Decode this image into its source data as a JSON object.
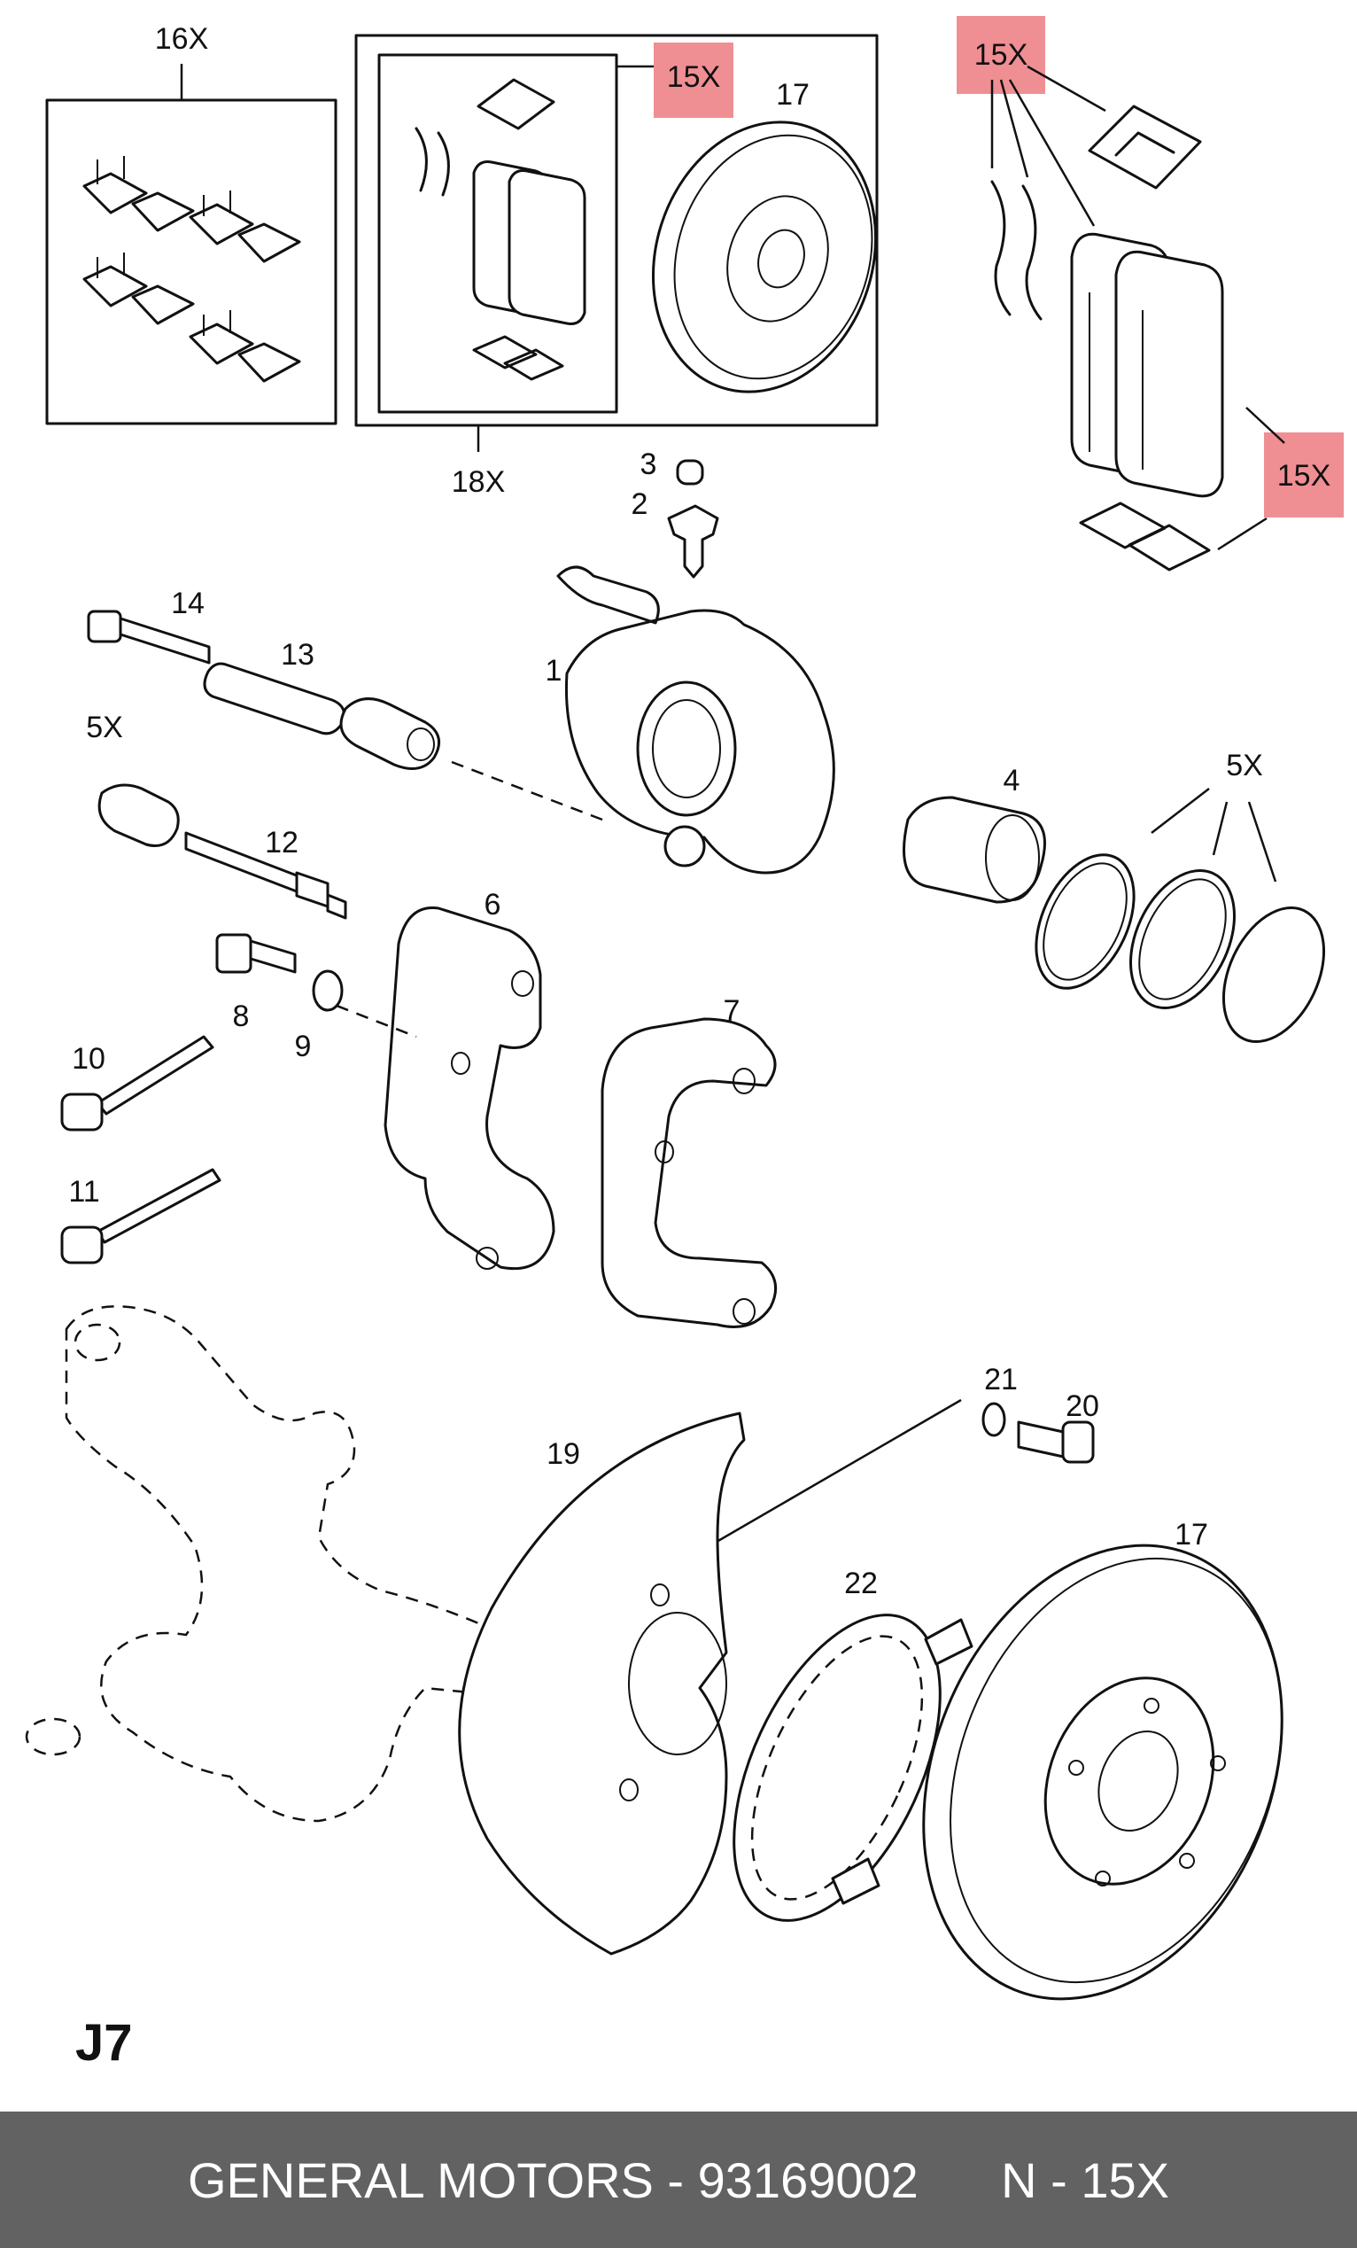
{
  "diagram": {
    "group_code": "J7",
    "labels": {
      "l16x": "16X",
      "l15x_box": "15X",
      "l17_top": "17",
      "l18x": "18X",
      "l15x_a": "15X",
      "l15x_b": "15X",
      "l3": "3",
      "l2": "2",
      "l14": "14",
      "l13": "13",
      "l1": "1",
      "l5x_left": "5X",
      "l4": "4",
      "l5x_right": "5X",
      "l12": "12",
      "l6": "6",
      "l8": "8",
      "l9": "9",
      "l7": "7",
      "l10": "10",
      "l11": "11",
      "l21": "21",
      "l20": "20",
      "l19": "19",
      "l17_bottom": "17",
      "l22": "22"
    },
    "colors": {
      "highlight": "#f08f93",
      "footer_bg": "#626262",
      "ink": "#111111"
    }
  },
  "footer": {
    "caption": "GENERAL MOTORS - 93169002      N - 15X"
  }
}
